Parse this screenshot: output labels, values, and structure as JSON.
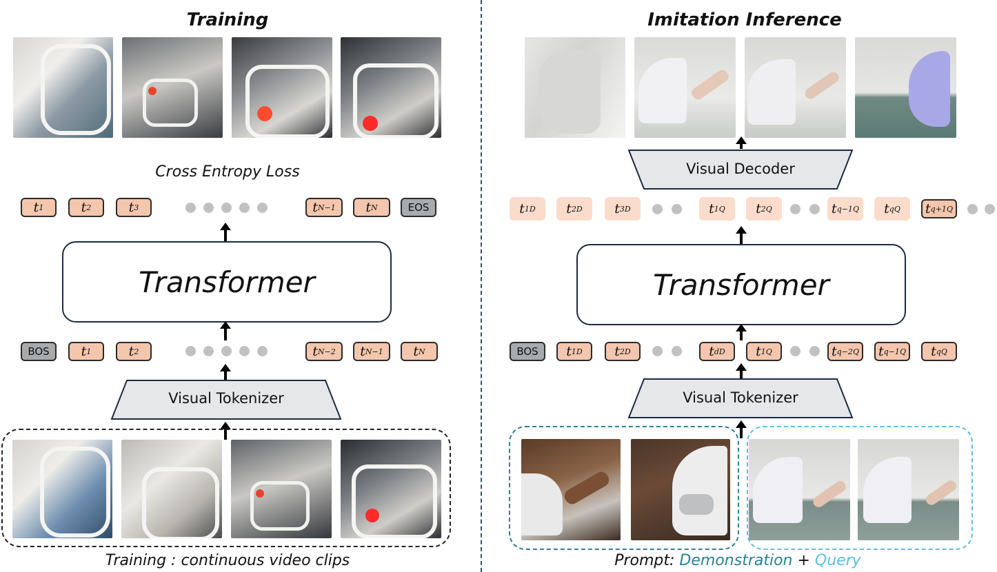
{
  "left": {
    "title": "Training",
    "loss_label": "Cross Entropy Loss",
    "transformer_label": "Transformer",
    "tokenizer_label": "Visual Tokenizer",
    "bottom_caption": "Training : continuous video clips",
    "output_tokens": [
      "t1",
      "t2",
      "t3",
      "tN−1",
      "tN",
      "EOS"
    ],
    "input_tokens": [
      "BOS",
      "t1",
      "t2",
      "tN−2",
      "tN−1",
      "tN"
    ]
  },
  "right": {
    "title": "Imitation Inference",
    "decoder_label": "Visual Decoder",
    "transformer_label": "Transformer",
    "tokenizer_label": "Visual Tokenizer",
    "caption_prefix": "Prompt: ",
    "caption_demo": "Demonstration",
    "caption_plus": " + ",
    "caption_query": "Query",
    "output_tokens": [
      "t1D",
      "t2D",
      "t3D",
      "t1Q",
      "t2Q",
      "tq−1Q",
      "tqQ",
      "tq+1Q"
    ],
    "input_tokens": [
      "BOS",
      "t1D",
      "t2D",
      "tdD",
      "t1Q",
      "tq−2Q",
      "tq−1Q",
      "tqQ"
    ]
  },
  "colors": {
    "token_fill": "#f4c6ad",
    "token_soft": "#fbdccb",
    "special_token": "#a9aaac",
    "demo_accent": "#2a7f96",
    "query_accent": "#5bbfe3"
  }
}
